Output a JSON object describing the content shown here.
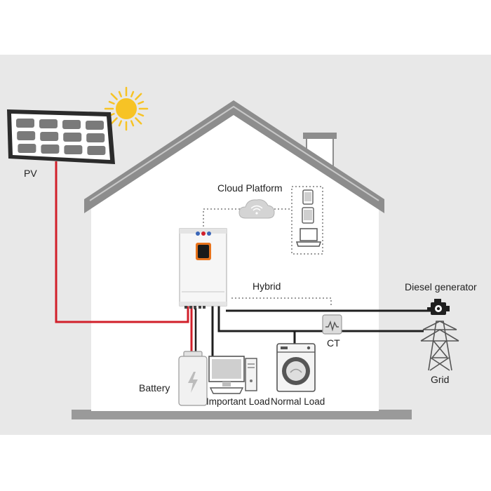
{
  "labels": {
    "pv": "PV",
    "cloud_platform": "Cloud Platform",
    "hybrid": "Hybrid",
    "diesel_generator": "Diesel generator",
    "ct": "CT",
    "grid": "Grid",
    "battery": "Battery",
    "important_load": "Important Load",
    "normal_load": "Normal Load"
  },
  "colors": {
    "backdrop": "#e8e8e8",
    "house_wall": "#ffffff",
    "roof": "#8d8d8d",
    "pv_cable": "#d11f2a",
    "ac_cable": "#1f1f1f",
    "sun": "#f7c325",
    "inverter_accent": "#e8731c"
  },
  "icons": [
    "sun-icon",
    "solar-panel-icon",
    "cloud-icon",
    "phone-icon",
    "tablet-icon",
    "laptop-icon",
    "inverter-icon",
    "ct-icon",
    "diesel-generator-icon",
    "grid-tower-icon",
    "battery-icon",
    "computer-icon",
    "washing-machine-icon"
  ]
}
